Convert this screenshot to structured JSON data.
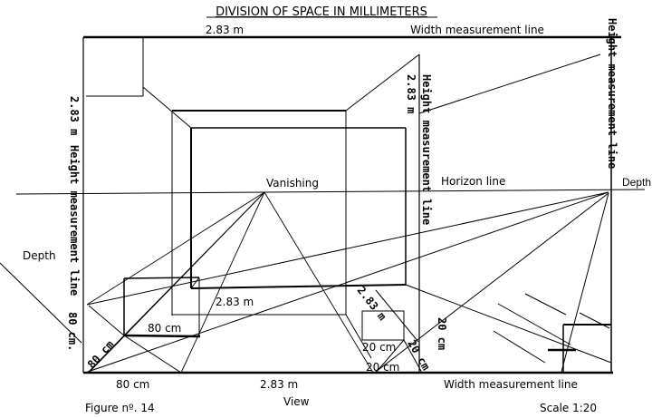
{
  "title": "DIVISION OF SPACE IN MILLIMETERS",
  "labels": {
    "top_width": "2.83 m",
    "top_width_line": "Width measurement line",
    "left_height": "2.83 m",
    "left_height_line": "Height measurement line",
    "mid_height": "2.83 m",
    "mid_height_line": "Height measurement line",
    "right_height_line": "Height measurement line",
    "vanishing": "Vanishing",
    "horizon": "Horizon line",
    "depth_right": "Depth",
    "depth_left": "Depth",
    "floor_width": "2.83 m",
    "left_80cm_vertical": "80 cm.",
    "box_80cm": "80 cm",
    "diag_80cm": "80 cm",
    "diag_283": "2.83 m",
    "box_20cm": "20 cm",
    "vert_20cm": "20 cm",
    "diag_20cm": "20 cm",
    "bottom_20cm": "20 cm",
    "bottom_80cm": "80 cm",
    "bottom_width": "2.83 m",
    "bottom_width_line": "Width measurement line",
    "view": "View"
  },
  "footer": {
    "figure": "Figure nº. 14",
    "scale": "Scale 1:20"
  }
}
